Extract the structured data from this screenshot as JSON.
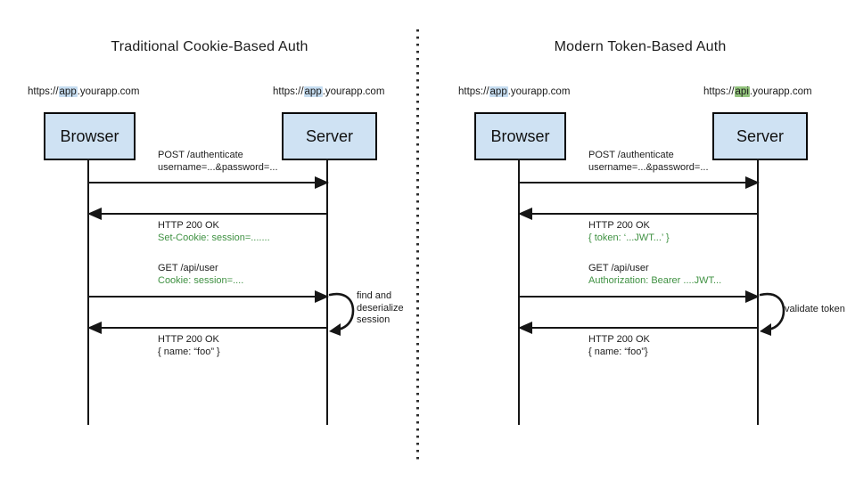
{
  "colors": {
    "box_fill": "#cfe2f3",
    "highlight_blue": "#c5dcf0",
    "highlight_green": "#93c47d",
    "green_text": "#3f9142",
    "line": "#161616"
  },
  "panels": [
    {
      "title": "Traditional Cookie-Based Auth",
      "browser": {
        "label": "Browser",
        "url_prefix": "https://",
        "url_highlight": "app",
        "url_suffix": ".yourapp.com"
      },
      "server": {
        "label": "Server",
        "url_prefix": "https://",
        "url_highlight": "app",
        "url_suffix": ".yourapp.com"
      },
      "messages": [
        {
          "line1": "POST /authenticate",
          "line2": "username=...&password=..."
        },
        {
          "line1": "HTTP 200 OK",
          "line2": "Set-Cookie: session=......."
        },
        {
          "line1": "GET /api/user",
          "line2": "Cookie: session=...."
        },
        {
          "line1": "HTTP 200 OK",
          "line2": "{ name: “foo” }"
        }
      ],
      "annotation": "find and deserialize session"
    },
    {
      "title": "Modern Token-Based Auth",
      "browser": {
        "label": "Browser",
        "url_prefix": "https://",
        "url_highlight": "app",
        "url_suffix": ".yourapp.com"
      },
      "server": {
        "label": "Server",
        "url_prefix": "https://",
        "url_highlight": "api",
        "url_suffix": ".yourapp.com"
      },
      "messages": [
        {
          "line1": "POST /authenticate",
          "line2": "username=...&password=..."
        },
        {
          "line1": "HTTP 200 OK",
          "line2": "{ token: ‘...JWT...’ }"
        },
        {
          "line1": "GET /api/user",
          "line2": "Authorization: Bearer ....JWT..."
        },
        {
          "line1": "HTTP 200 OK",
          "line2": "{ name: “foo”}"
        }
      ],
      "annotation": "validate token"
    }
  ]
}
